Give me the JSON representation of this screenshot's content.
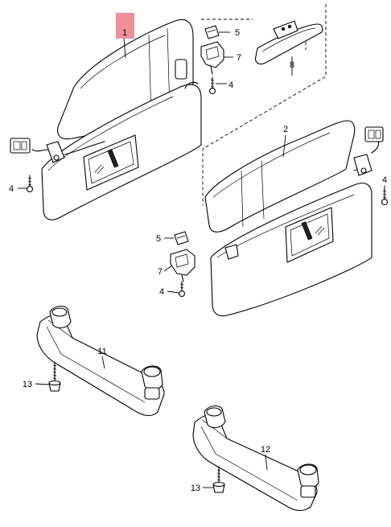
{
  "diagram": {
    "highlight_color": "#ef8f9a",
    "callouts": {
      "c1": "1",
      "c2": "2",
      "c4a": "4",
      "c4b": "4",
      "c4c": "4",
      "c4d": "4",
      "c5a": "5",
      "c5b": "5",
      "c7a": "7",
      "c7b": "7",
      "c8": "8",
      "c11": "11",
      "c12": "12",
      "c13a": "13",
      "c13b": "13"
    }
  }
}
